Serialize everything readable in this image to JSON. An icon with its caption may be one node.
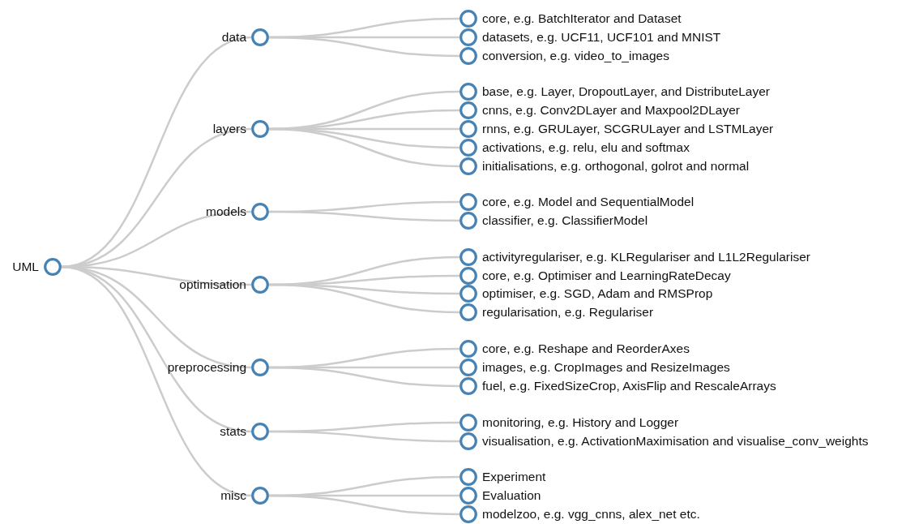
{
  "diagram": {
    "nodes": [
      {
        "text": [
          "UML"
        ]
      },
      {
        "text": [
          "data"
        ]
      },
      {
        "text": [
          "core, e.g. BatchIterator and Dataset"
        ]
      },
      {
        "text": [
          "datasets, e.g. UCF11, UCF101 and MNIST"
        ]
      },
      {
        "text": [
          "conversion, e.g. video_to_images"
        ]
      },
      {
        "text": [
          "layers"
        ]
      },
      {
        "text": [
          "base, e.g. Layer, DropoutLayer, and DistributeLayer"
        ]
      },
      {
        "text": [
          "cnns, e.g. Conv2DLayer and Maxpool2DLayer"
        ]
      },
      {
        "text": [
          "rnns, e.g. GRULayer, SCGRULayer and LSTMLayer"
        ]
      },
      {
        "text": [
          "activations, e.g. relu, elu and softmax"
        ]
      },
      {
        "text": [
          "initialisations, e.g. orthogonal, golrot and normal"
        ]
      },
      {
        "text": [
          "models"
        ]
      },
      {
        "text": [
          "core, e.g. Model and SequentialModel"
        ]
      },
      {
        "text": [
          "classifier, e.g. ClassifierModel"
        ]
      },
      {
        "text": [
          "optimisation"
        ]
      },
      {
        "text": [
          "activityregulariser, e.g. KLRegulariser and L1L2Regulariser"
        ]
      },
      {
        "text": [
          "core, e.g. Optimiser and LearningRateDecay"
        ]
      },
      {
        "text": [
          "optimiser, e.g. SGD, Adam and RMSProp"
        ]
      },
      {
        "text": [
          "regularisation, e.g. Regulariser"
        ]
      },
      {
        "text": [
          "preprocessing"
        ]
      },
      {
        "text": [
          "core, e.g. Reshape and ReorderAxes"
        ]
      },
      {
        "text": [
          "images, e.g. CropImages and ResizeImages"
        ]
      },
      {
        "text": [
          "fuel, e.g. FixedSizeCrop, AxisFlip and RescaleArrays"
        ]
      },
      {
        "text": [
          "stats"
        ]
      },
      {
        "text": [
          "monitoring, e.g. History and Logger"
        ]
      },
      {
        "text": [
          "visualisation, e.g. ActivationMaximisation and visualise_conv_weights"
        ]
      },
      {
        "text": [
          "misc"
        ]
      },
      {
        "text": [
          "Experiment"
        ]
      },
      {
        "text": [
          "Evaluation"
        ]
      },
      {
        "text": [
          "modelzoo, e.g. vgg_cnns, alex_net etc."
        ]
      }
    ],
    "edges": [
      {
        "from": 0,
        "to": 1,
        "arrow": "none"
      },
      {
        "from": 0,
        "to": 5,
        "arrow": "none"
      },
      {
        "from": 0,
        "to": 11,
        "arrow": "none"
      },
      {
        "from": 0,
        "to": 14,
        "arrow": "none"
      },
      {
        "from": 0,
        "to": 19,
        "arrow": "none"
      },
      {
        "from": 0,
        "to": 23,
        "arrow": "none"
      },
      {
        "from": 0,
        "to": 26,
        "arrow": "none"
      },
      {
        "from": 1,
        "to": 2,
        "arrow": "none"
      },
      {
        "from": 1,
        "to": 3,
        "arrow": "none"
      },
      {
        "from": 1,
        "to": 4,
        "arrow": "none"
      },
      {
        "from": 5,
        "to": 6,
        "arrow": "none"
      },
      {
        "from": 5,
        "to": 7,
        "arrow": "none"
      },
      {
        "from": 5,
        "to": 8,
        "arrow": "none"
      },
      {
        "from": 5,
        "to": 9,
        "arrow": "none"
      },
      {
        "from": 5,
        "to": 10,
        "arrow": "none"
      },
      {
        "from": 11,
        "to": 12,
        "arrow": "none"
      },
      {
        "from": 11,
        "to": 13,
        "arrow": "none"
      },
      {
        "from": 14,
        "to": 15,
        "arrow": "none"
      },
      {
        "from": 14,
        "to": 16,
        "arrow": "none"
      },
      {
        "from": 14,
        "to": 17,
        "arrow": "none"
      },
      {
        "from": 14,
        "to": 18,
        "arrow": "none"
      },
      {
        "from": 19,
        "to": 20,
        "arrow": "none"
      },
      {
        "from": 19,
        "to": 21,
        "arrow": "none"
      },
      {
        "from": 19,
        "to": 22,
        "arrow": "none"
      },
      {
        "from": 23,
        "to": 24,
        "arrow": "none"
      },
      {
        "from": 23,
        "to": 25,
        "arrow": "none"
      },
      {
        "from": 26,
        "to": 27,
        "arrow": "none"
      },
      {
        "from": 26,
        "to": 28,
        "arrow": "none"
      },
      {
        "from": 26,
        "to": 29,
        "arrow": "none"
      }
    ]
  }
}
